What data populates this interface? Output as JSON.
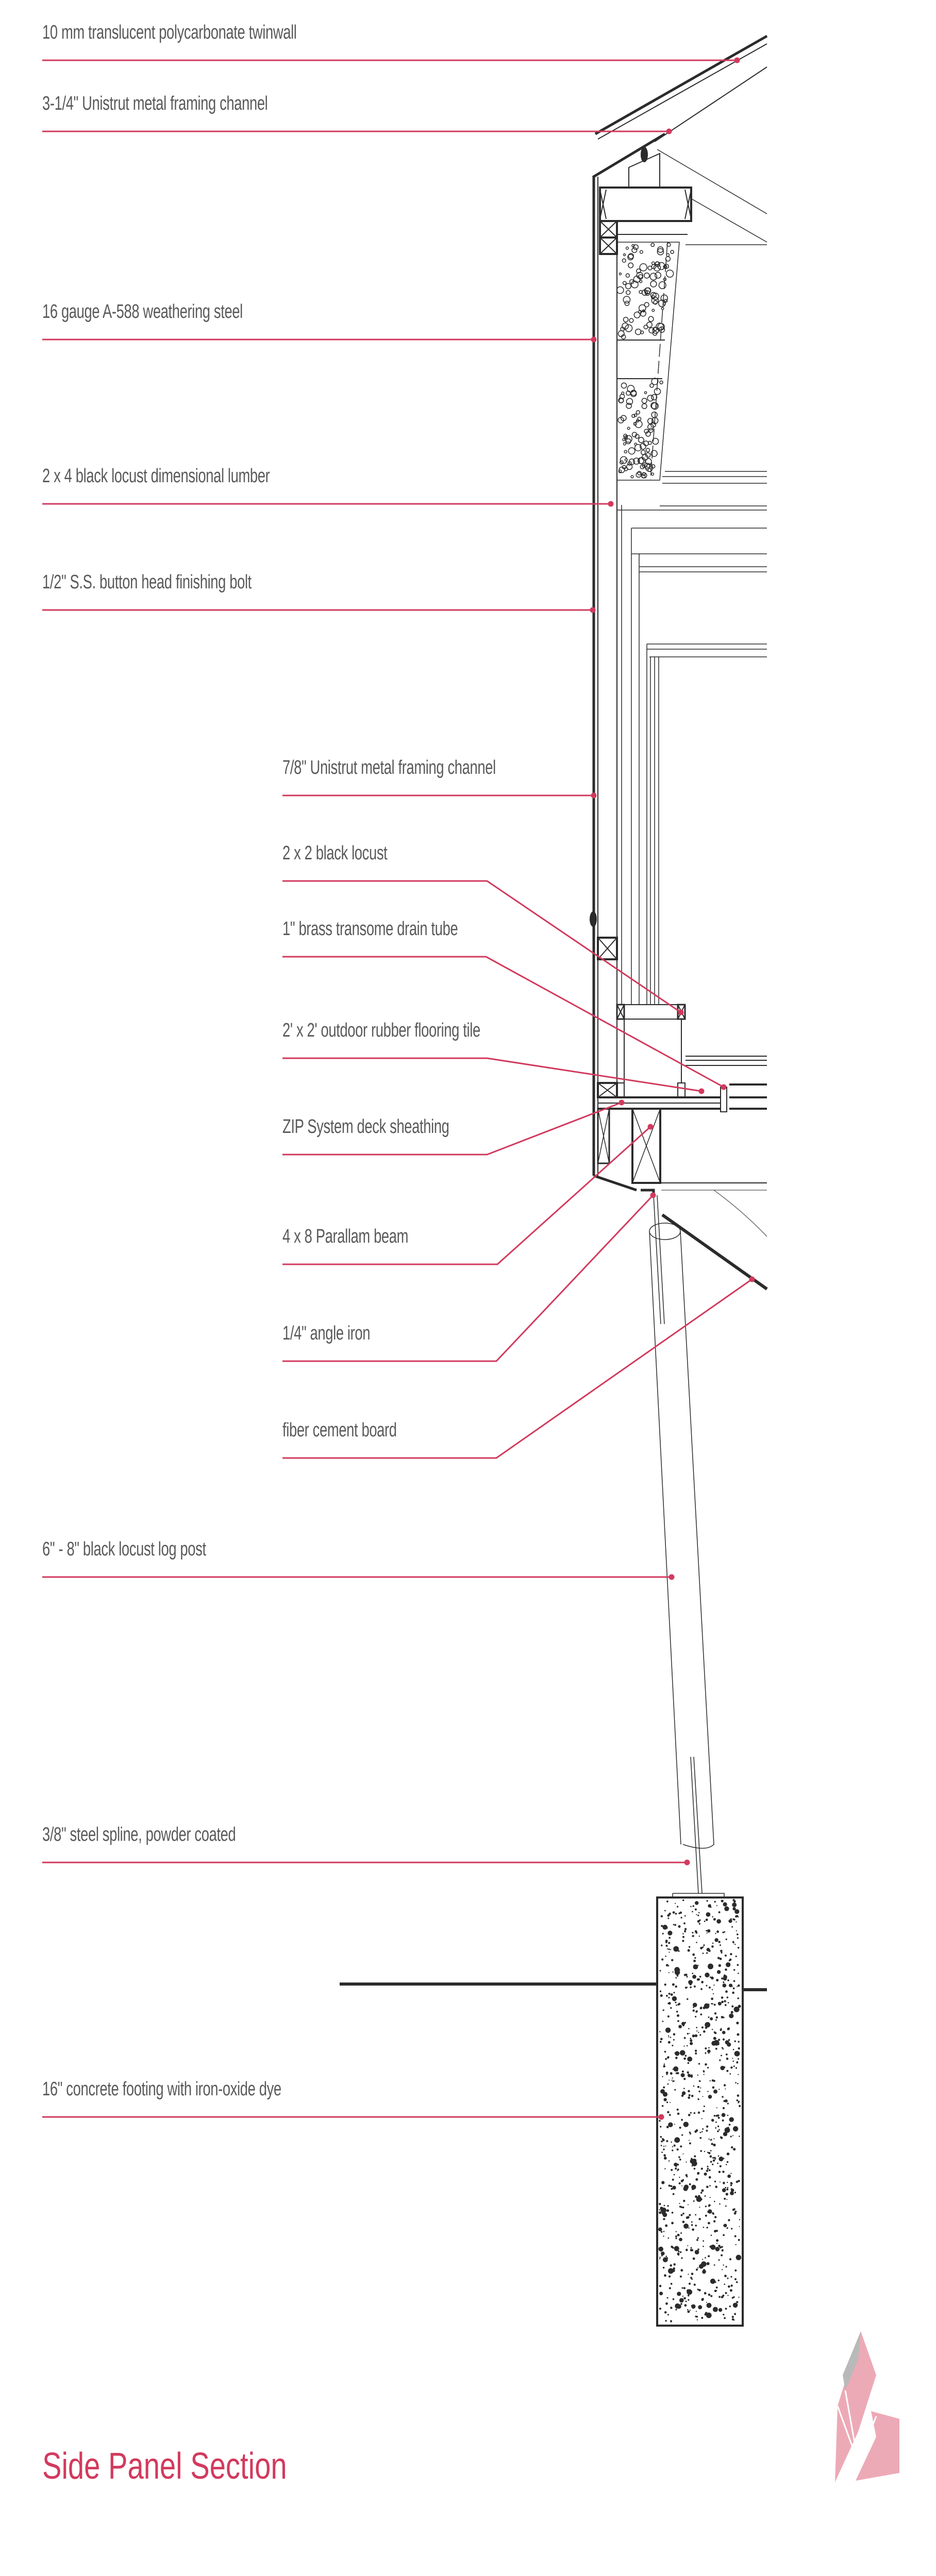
{
  "title": "Side Panel Section",
  "accent_color": "#d23a5e",
  "line_color": "#2b2b2b",
  "labels": [
    {
      "text": "10 mm translucent polycarbonate twinwall"
    },
    {
      "text": "3-1/4\" Unistrut metal framing channel"
    },
    {
      "text": "16 gauge A-588 weathering steel"
    },
    {
      "text": "2 x 4 black locust dimensional lumber"
    },
    {
      "text": "1/2\" S.S. button head finishing bolt"
    },
    {
      "text": "7/8\" Unistrut metal framing channel"
    },
    {
      "text": "2 x 2  black locust"
    },
    {
      "text": "1\" brass transome drain tube"
    },
    {
      "text": "2' x 2' outdoor rubber flooring tile"
    },
    {
      "text": "ZIP System deck sheathing"
    },
    {
      "text": "4 x 8 Parallam beam"
    },
    {
      "text": "1/4\" angle iron"
    },
    {
      "text": "fiber cement board"
    },
    {
      "text": "6\" - 8\" black locust log post"
    },
    {
      "text": "3/8\" steel spline, powder coated"
    },
    {
      "text": "16\" concrete footing with iron-oxide dye"
    }
  ]
}
